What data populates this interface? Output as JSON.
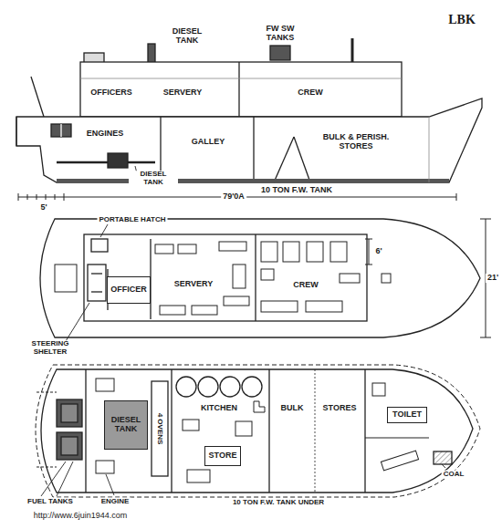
{
  "diagram": {
    "nodes": [
      {
        "text": [
          "OFFICER"
        ]
      },
      {
        "text": [
          "DIESEL TANK"
        ]
      },
      {
        "text": [
          "STORE"
        ]
      },
      {
        "text": [
          "TOILET"
        ]
      }
    ],
    "labels": [
      "LBK",
      "DIESEL TANK",
      "FW SW TANKS",
      "OFFICERS",
      "SERVERY",
      "CREW",
      "ENGINES",
      "GALLEY",
      "BULK & PERISH. STORES",
      "DIESEL TANK",
      "5'",
      "79'0A",
      "10 TON F.W. TANK",
      "PORTABLE HATCH",
      "SERVERY",
      "CREW",
      "6'",
      "21'",
      "STEERING SHELTER",
      "4 OVENS",
      "KITCHEN",
      "BULK",
      "STORES",
      "COAL",
      "FUEL TANKS",
      "ENGINE",
      "10 TON F.W. TANK UNDER",
      "http://www.6juin1944.com"
    ]
  }
}
